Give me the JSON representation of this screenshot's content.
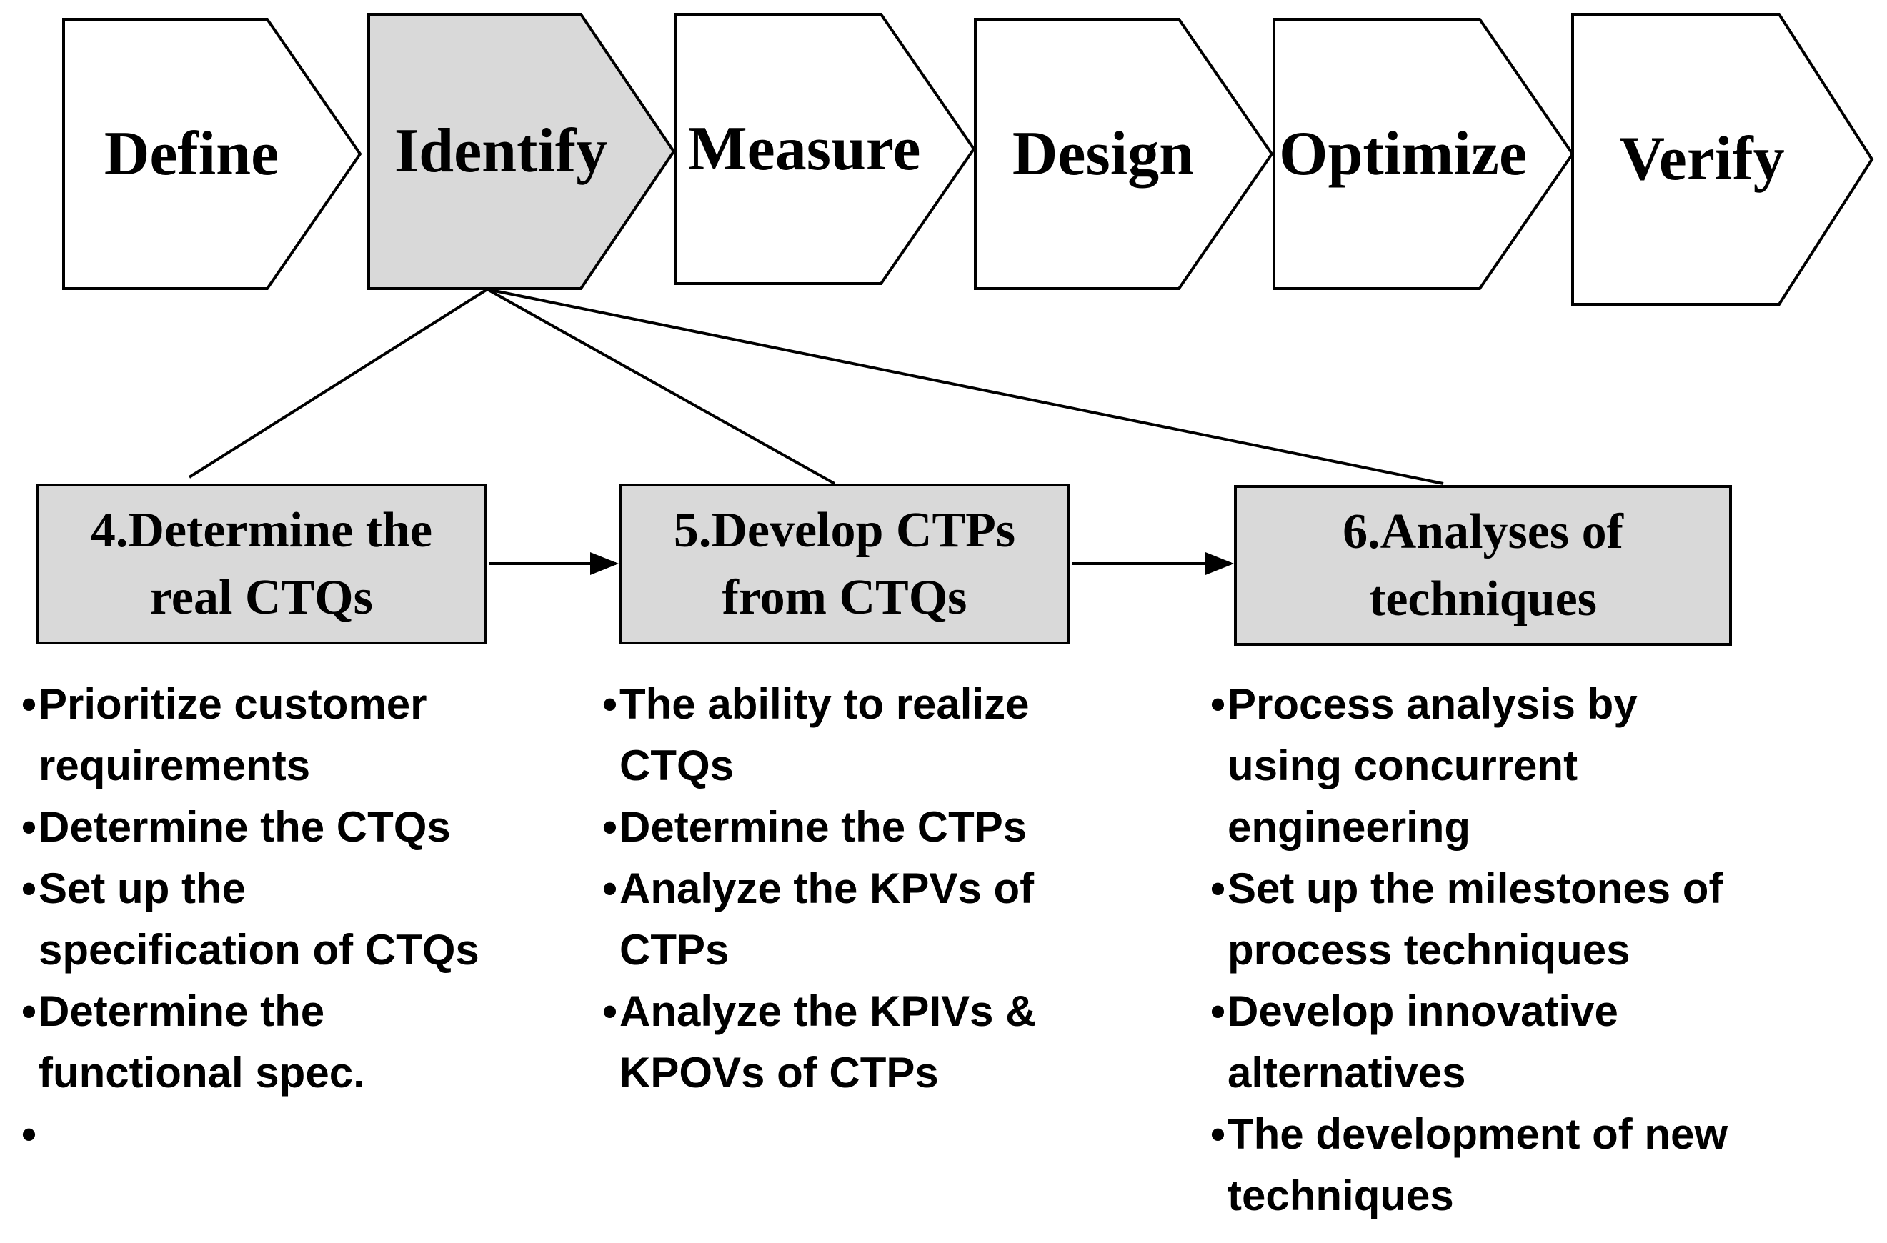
{
  "phases": [
    "Define",
    "Identify",
    "Measure",
    "Design",
    "Optimize",
    "Verify"
  ],
  "steps": [
    {
      "title_lines": [
        "4.Determine the",
        "real CTQs"
      ],
      "bullets": [
        [
          "Prioritize customer",
          "requirements"
        ],
        [
          "Determine the CTQs"
        ],
        [
          "Set up the",
          "specification of CTQs"
        ],
        [
          "Determine the",
          "functional spec."
        ],
        [
          ""
        ]
      ]
    },
    {
      "title_lines": [
        "5.Develop CTPs",
        "from CTQs"
      ],
      "bullets": [
        [
          "The ability to realize",
          "CTQs"
        ],
        [
          "Determine the CTPs"
        ],
        [
          "Analyze the KPVs of",
          "CTPs"
        ],
        [
          "Analyze the KPIVs &",
          "KPOVs of CTPs"
        ]
      ]
    },
    {
      "title_lines": [
        "6.Analyses of",
        "techniques"
      ],
      "bullets": [
        [
          "Process analysis by",
          "using concurrent",
          "engineering"
        ],
        [
          "Set up the milestones of",
          "process techniques"
        ],
        [
          "Develop innovative",
          "alternatives"
        ],
        [
          "The development of new",
          "techniques"
        ]
      ]
    }
  ],
  "colors": {
    "highlight_fill": "#d9d9d9",
    "stroke": "#000000",
    "fill": "#ffffff"
  }
}
